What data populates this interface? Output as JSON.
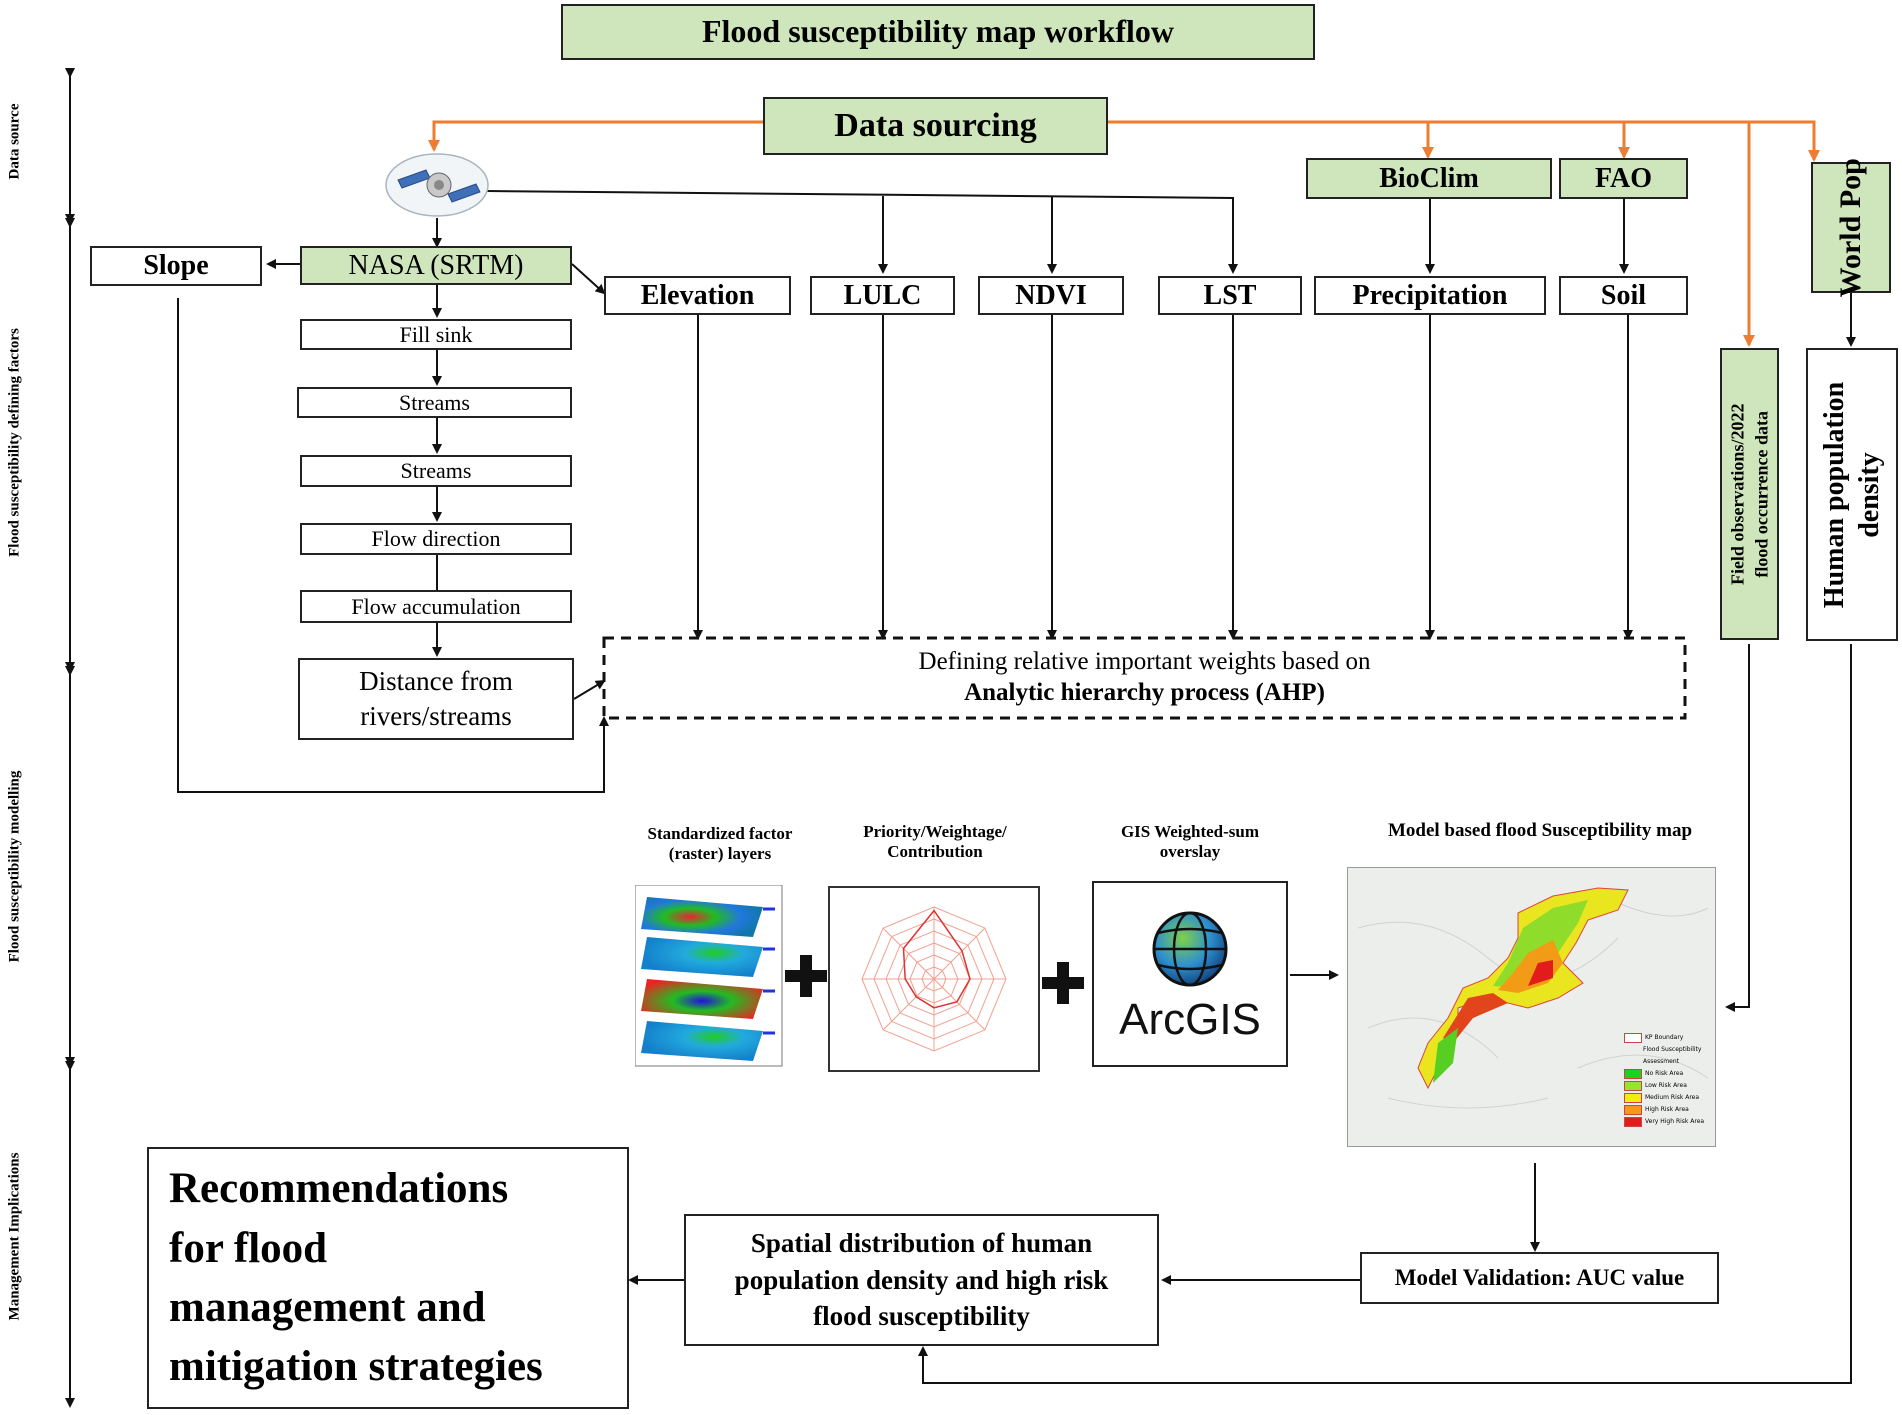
{
  "title": "Flood susceptibility map workflow",
  "data_sourcing": "Data sourcing",
  "stages": [
    "Data source",
    "Flood susceptibility defining factors",
    "Flood susceptibility modelling",
    "Management Implications"
  ],
  "sources": {
    "nasa": "NASA (SRTM)",
    "bioclim": "BioClim",
    "fao": "FAO",
    "worldpop": "World Pop"
  },
  "factors": {
    "slope": "Slope",
    "elevation": "Elevation",
    "lulc": "LULC",
    "ndvi": "NDVI",
    "lst": "LST",
    "precipitation": "Precipitation",
    "soil": "Soil"
  },
  "hydro_steps": [
    "Fill sink",
    "Streams",
    "Streams",
    "Flow direction",
    "Flow accumulation"
  ],
  "distance": [
    "Distance from",
    "rivers/streams"
  ],
  "field_obs": [
    "Field observations/2022",
    "flood occurrence data"
  ],
  "pop_density": [
    "Human population",
    "density"
  ],
  "ahp": {
    "line1": "Defining relative important weights based on",
    "line2": "Analytic hierarchy process (AHP)"
  },
  "modelling": {
    "standardized": [
      "Standardized factor",
      "(raster) layers"
    ],
    "priority": [
      "Priority/Weightage/",
      "Contribution"
    ],
    "gis": [
      "GIS Weighted-sum",
      "overslay"
    ],
    "map_title": "Model based flood Susceptibility map",
    "arcgis": "ArcGIS"
  },
  "validation": "Model Validation: AUC value",
  "spatial": [
    "Spatial distribution of human",
    "population density and high risk",
    "flood susceptibility"
  ],
  "recommendations": [
    "Recommendations",
    "for flood",
    "management and",
    "mitigation strategies"
  ],
  "colors": {
    "accent_orange": "#ed7d31",
    "box_green": "#cfe6bd"
  },
  "map_legend": {
    "items": [
      {
        "label": "KP Boundary",
        "color": "#ffffff"
      },
      {
        "label": "Flood Susceptibility",
        "color": ""
      },
      {
        "label": "Assessment",
        "color": ""
      },
      {
        "label": "No Risk Area",
        "color": "#1fd11f"
      },
      {
        "label": "Low Risk Area",
        "color": "#9be22a"
      },
      {
        "label": "Medium Risk Area",
        "color": "#f6e81a"
      },
      {
        "label": "High Risk Area",
        "color": "#f19a18"
      },
      {
        "label": "Very High Risk Area",
        "color": "#e21b1b"
      }
    ]
  }
}
